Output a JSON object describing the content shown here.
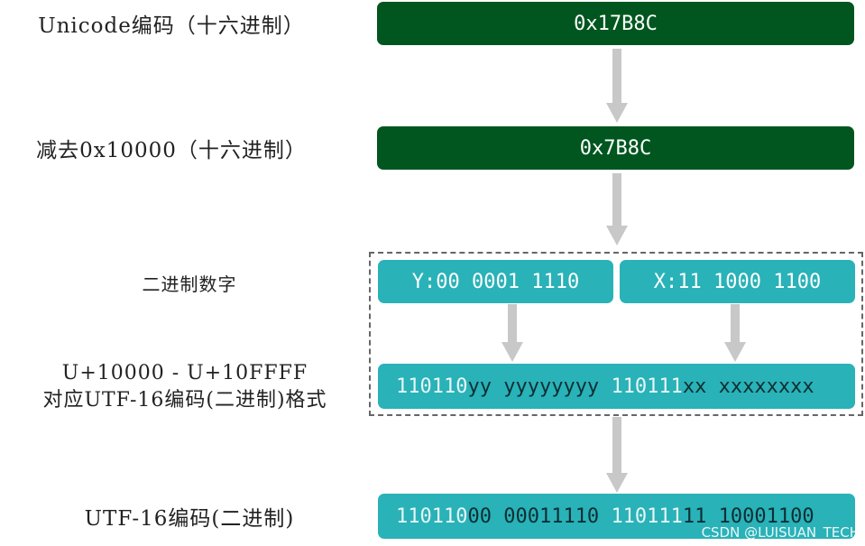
{
  "labels": {
    "unicode": "Unicode编码（十六进制）",
    "subtract": "减去0x10000（十六进制）",
    "binary": "二进制数字",
    "range_line1": "U+10000 - U+10FFFF",
    "range_line2": "对应UTF-16编码(二进制)格式",
    "utf16": "UTF-16编码(二进制)"
  },
  "boxes": {
    "hex1": "0x17B8C",
    "hex2": "0x7B8C",
    "y_bits": "Y:00 0001 1110",
    "x_bits": "X:11 1000 1100",
    "format": {
      "prefix1": "110110",
      "y": "yy yyyyyyyy ",
      "prefix2": "110111",
      "x": "xx xxxxxxxx"
    },
    "result": {
      "prefix1": "110110",
      "rest1": "00 00011110 ",
      "prefix2": "110111",
      "rest2": "11 10001100"
    }
  },
  "watermark": "CSDN @LUISUAN_TECH",
  "colors": {
    "dark_green": "#01561f",
    "teal": "#29b2b8",
    "arrow": "#c8c8c8",
    "dashed_border": "#666666"
  }
}
